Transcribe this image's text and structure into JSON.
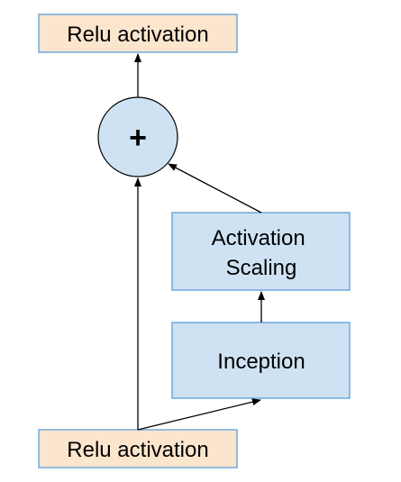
{
  "nodes": {
    "relu_top": {
      "label": "Relu activation"
    },
    "add": {
      "label": "+"
    },
    "activation_scaling": {
      "line1": "Activation",
      "line2": "Scaling"
    },
    "inception": {
      "label": "Inception"
    },
    "relu_bottom": {
      "label": "Relu activation"
    }
  },
  "colors": {
    "relu_fill": "#fce5cd",
    "relu_stroke": "#6fa8dc",
    "block_fill": "#cfe2f3",
    "block_stroke": "#6fa8dc",
    "circle_fill": "#cfe2f3",
    "circle_stroke": "#000000",
    "arrow": "#000000"
  }
}
